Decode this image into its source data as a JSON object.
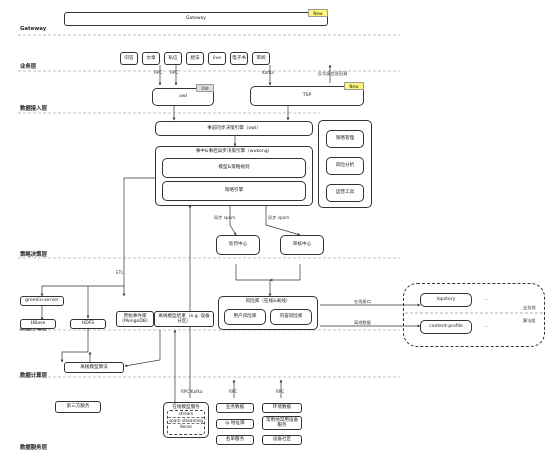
{
  "layers": {
    "gateway": "Gateway",
    "business": "业务层",
    "data_access": "数据接入层",
    "strategy": "策略决策层",
    "storage": "数据存储层",
    "compute": "数据计算层",
    "service": "数据服务层"
  },
  "tags": {
    "new": "New",
    "old": "Old"
  },
  "gateway_box": "Gateway",
  "business_items": [
    "问答",
    "文章",
    "私信",
    "想法",
    "live",
    "电子书",
    "审阅"
  ],
  "access": {
    "owl": "owl",
    "tsp": "TSP"
  },
  "edge_labels": {
    "rpc1": "RPC",
    "rpc2": "RPC",
    "kafka": "Kafka",
    "anti_spam": "反垃圾信息回调",
    "etl": "ETL",
    "sync_spam": "同步 spam",
    "async_spam": "异步 spam",
    "online_api": "在线接口",
    "offline_data": "离线数据",
    "rpc_kafka": "RPC/Kafka",
    "rpc_a": "RPC",
    "rpc_b": "RPC"
  },
  "strategy": {
    "sync_engine": "事前同步决策引擎（owl）",
    "async_group": "事中&事后异步决策引擎（wukong）",
    "model_rules": "模型&策略规则",
    "strategy_engine": "策略引擎",
    "side_panel": [
      "策略管理",
      "风险分析",
      "运营工具"
    ],
    "punish_center": "惩罚中心",
    "review_center": "审核中心"
  },
  "storage": {
    "gremlin": "gremlin-server",
    "hbase": "HBase",
    "hdfs": "HDFS",
    "event_db": "原始事件库（MongoDB）",
    "offline_result": "离线模型结果（e.g. 设备分区）",
    "risk_db_group": "风险库（在线&离线）",
    "user_risk": "用户风险库",
    "content_risk": "内容风险库"
  },
  "external": {
    "lopstory": "lopstory",
    "content_profile": "content-profile",
    "dots1": "...",
    "dots2": "...",
    "biz_line": "业务线",
    "algo_line": "算法组"
  },
  "compute": {
    "offline_model": "离线模型算法"
  },
  "service": {
    "third_party": "第三方服务",
    "online_group": "在线模型服务",
    "online_items": [
      "stream",
      "spark streaming",
      "Keras"
    ],
    "biz_data": "业务数据",
    "ip_lib": "ip 地址库",
    "name_service": "名单服务",
    "env_data": "环境数据",
    "device_fp": "常用地常用设备服务",
    "device_zone": "设备社区"
  }
}
